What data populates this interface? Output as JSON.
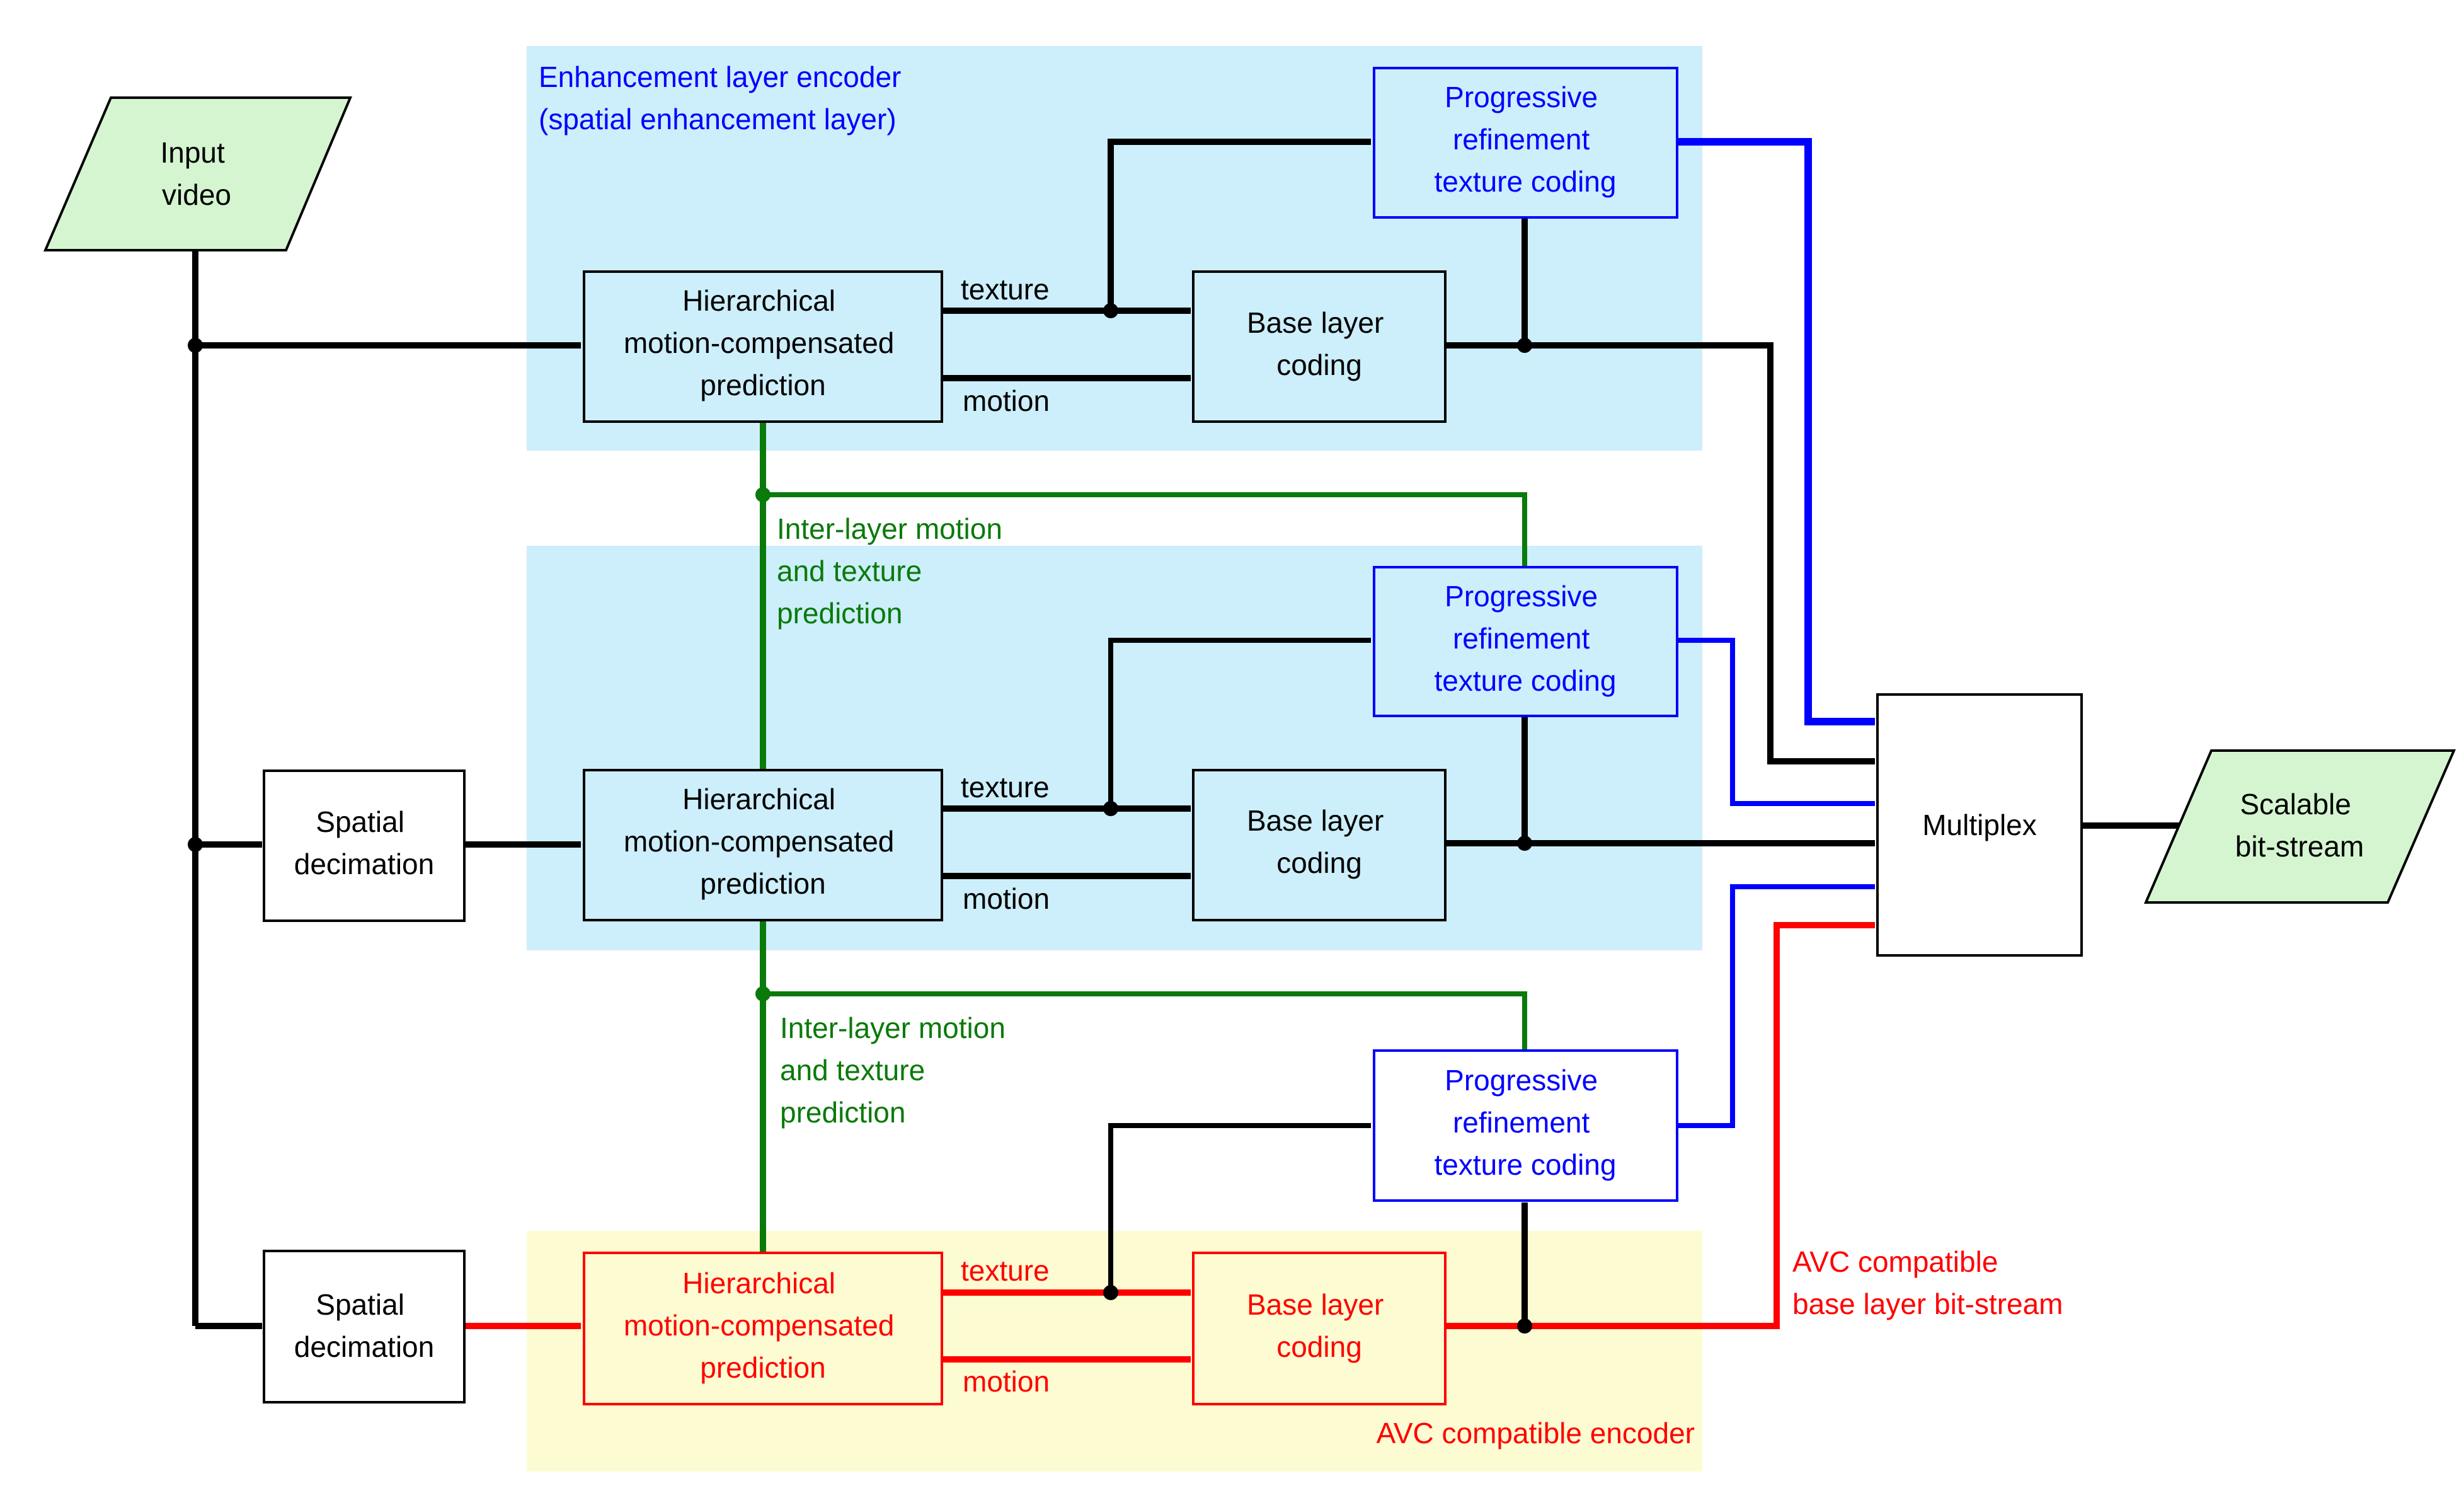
{
  "colors": {
    "panel_blue": "#cdeefb",
    "panel_yellow": "#fdfbd2",
    "io_green": "#d4f5d0",
    "black": "#000000",
    "blue": "#0000ff",
    "green": "#0a7a0a",
    "red": "#ff0000"
  },
  "labels": {
    "input_video": [
      "Input",
      "video"
    ],
    "spatial_decimation_1": [
      "Spatial",
      "decimation"
    ],
    "spatial_decimation_2": [
      "Spatial",
      "decimation"
    ],
    "enhancement_title": [
      "Enhancement layer encoder",
      "(spatial enhancement layer)"
    ],
    "avc_encoder_title": "AVC compatible encoder",
    "hmcp_top": [
      "Hierarchical",
      "motion-compensated",
      "prediction"
    ],
    "hmcp_mid": [
      "Hierarchical",
      "motion-compensated",
      "prediction"
    ],
    "hmcp_bot": [
      "Hierarchical",
      "motion-compensated",
      "prediction"
    ],
    "blc_top": [
      "Base layer",
      "coding"
    ],
    "blc_mid": [
      "Base layer",
      "coding"
    ],
    "blc_bot": [
      "Base layer",
      "coding"
    ],
    "prtc_top": [
      "Progressive",
      "refinement",
      "texture coding"
    ],
    "prtc_mid": [
      "Progressive",
      "refinement",
      "texture coding"
    ],
    "prtc_bot": [
      "Progressive",
      "refinement",
      "texture coding"
    ],
    "texture_top": "texture",
    "motion_top": "motion",
    "texture_mid": "texture",
    "motion_mid": "motion",
    "texture_bot": "texture",
    "motion_bot": "motion",
    "interlayer_top": [
      "Inter-layer motion",
      "and texture",
      "prediction"
    ],
    "interlayer_bot": [
      "Inter-layer motion",
      "and texture",
      "prediction"
    ],
    "multiplex": "Multiplex",
    "scalable_bitstream": [
      "Scalable",
      "bit-stream"
    ],
    "avc_bitstream": [
      "AVC compatible",
      "base layer bit-stream"
    ]
  }
}
